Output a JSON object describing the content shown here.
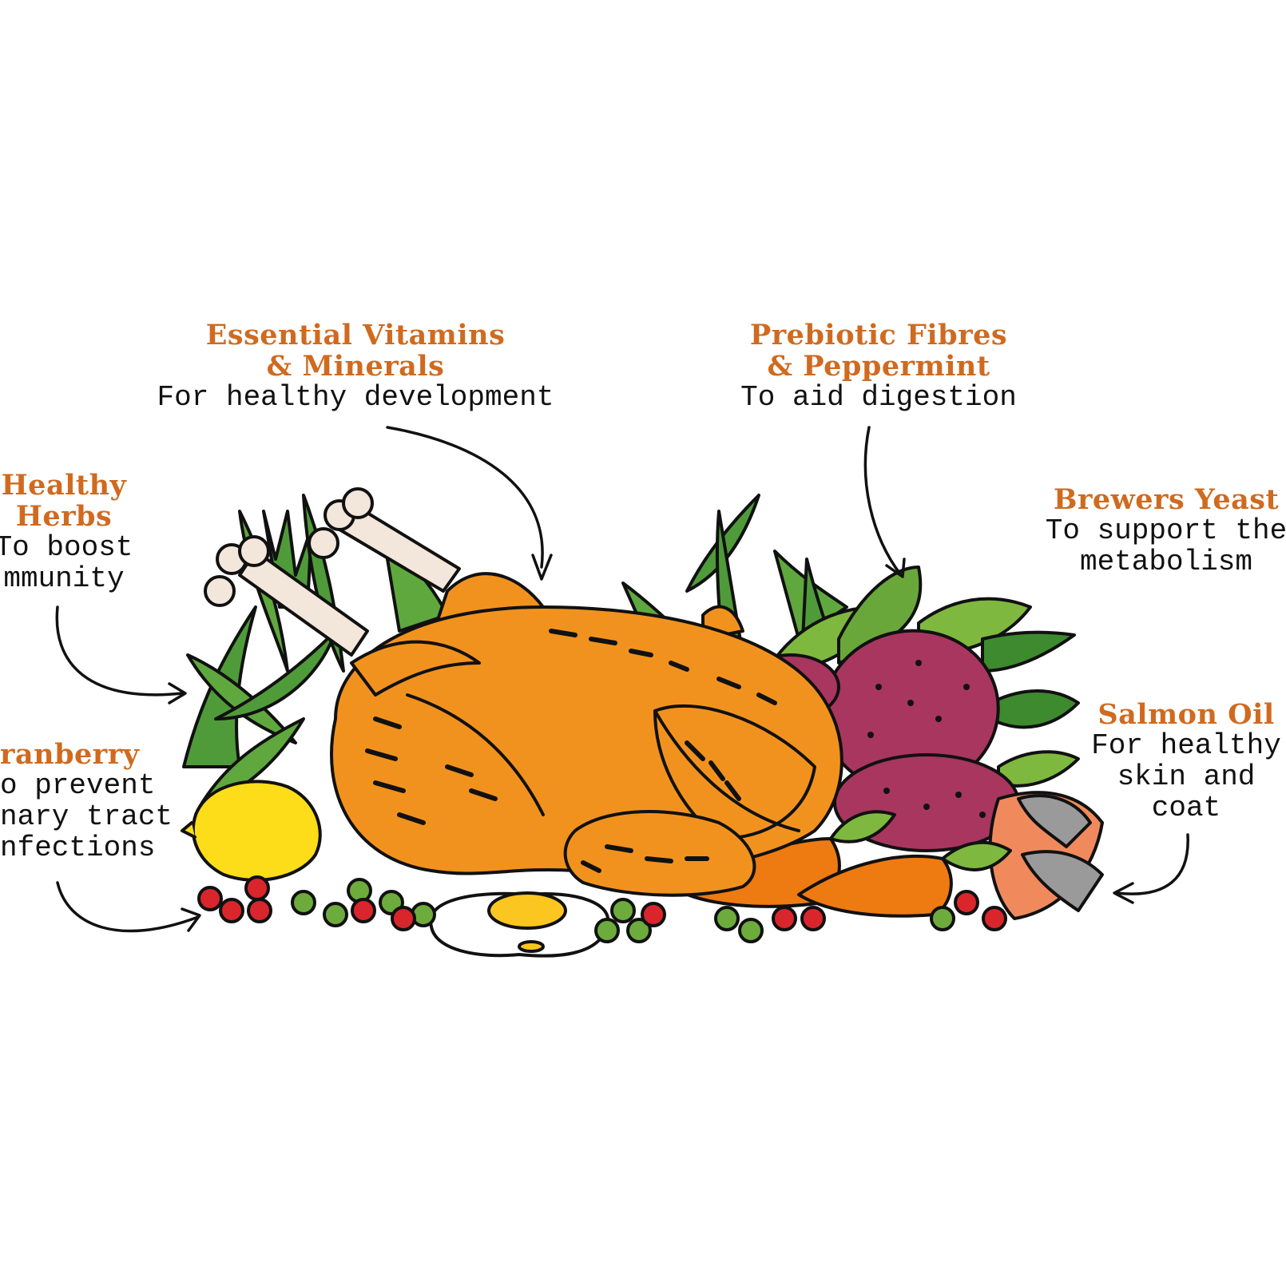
{
  "callouts": {
    "vitamins": {
      "title": [
        "Essential Vitamins",
        "& Minerals"
      ],
      "desc": [
        "For healthy development"
      ]
    },
    "prebiotic": {
      "title": [
        "Prebiotic Fibres",
        "& Peppermint"
      ],
      "desc": [
        "To aid digestion"
      ]
    },
    "herbs": {
      "title": [
        "Healthy",
        "Herbs"
      ],
      "desc": [
        "To boost",
        "mmunity"
      ]
    },
    "brewers": {
      "title": [
        "Brewers Yeast"
      ],
      "desc": [
        "To support the",
        "metabolism"
      ]
    },
    "cranberry": {
      "title": [
        "ranberry"
      ],
      "desc": [
        "o prevent",
        "nary tract",
        "nfections"
      ]
    },
    "salmon": {
      "title": [
        "Salmon Oil"
      ],
      "desc": [
        "For healthy",
        "skin and",
        "coat"
      ]
    }
  },
  "colors": {
    "title_orange": "#d06a1f",
    "chicken": "#f2921e",
    "bone": "#f3e6da",
    "herb_green": "#4f9b3a",
    "leaf_green": "#7fb83e",
    "potato_purple": "#a8365e",
    "lemon": "#fddc1a",
    "carrot": "#ee7a12",
    "cranberry_red": "#d8262c",
    "pea_green": "#6dab3c",
    "salmon_skin": "#9a9a9a",
    "outline": "#111111"
  },
  "icons": [
    "roast-chicken-icon",
    "herbs-icon",
    "lemon-icon",
    "potato-icon",
    "carrot-icon",
    "egg-icon",
    "salmon-icon",
    "cranberry-icon",
    "pea-icon",
    "arrow-icon"
  ]
}
